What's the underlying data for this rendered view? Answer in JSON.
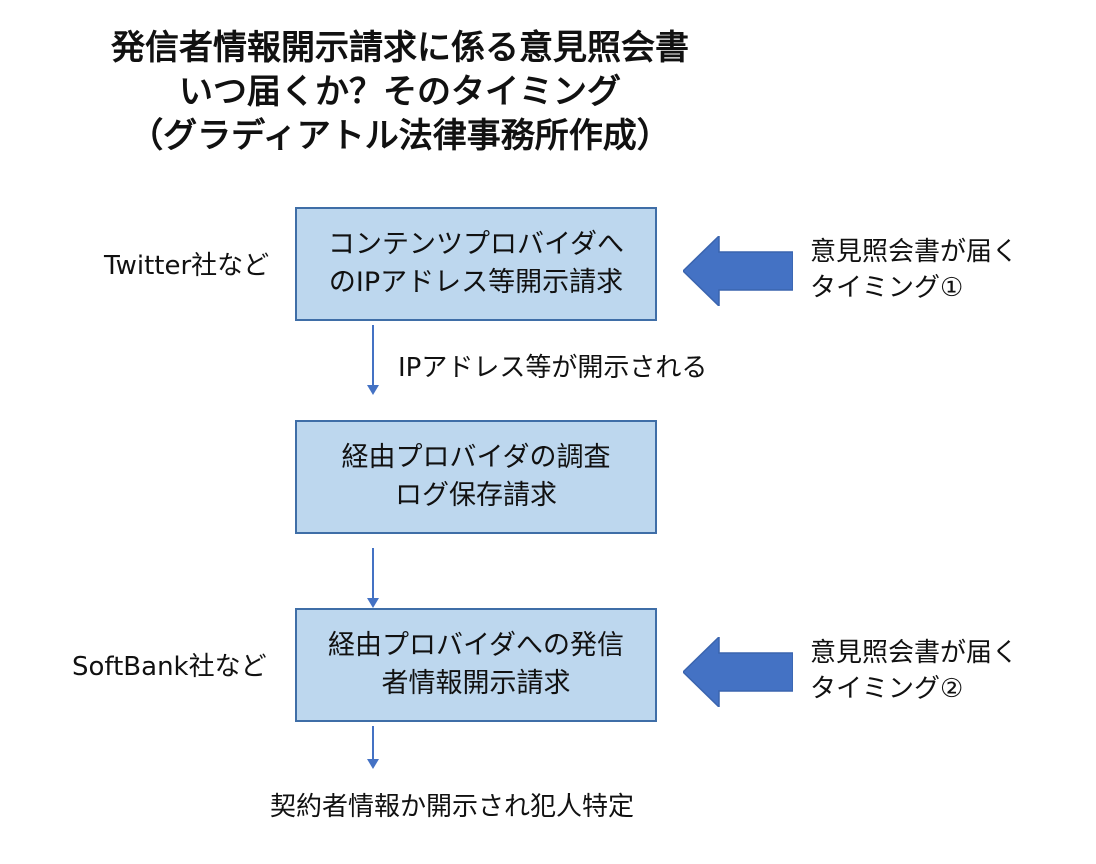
{
  "title": {
    "line1": "発信者情報開示請求に係る意見照会書",
    "line2": "いつ届くか？そのタイミング",
    "line3": "（グラディアトル法律事務所作成）"
  },
  "steps": [
    {
      "line1": "コンテンツプロバイダへ",
      "line2": "のIPアドレス等開示請求"
    },
    {
      "line1": "経由プロバイダの調査",
      "line2": "ログ保存請求"
    },
    {
      "line1": "経由プロバイダへの発信",
      "line2": "者情報開示請求"
    }
  ],
  "side_labels": {
    "twitter": "Twitter社など",
    "softbank": "SoftBank社など"
  },
  "connectors": {
    "ip_disclosed": "IPアドレス等が開示される",
    "final": "契約者情報か開示され犯人特定"
  },
  "timings": [
    {
      "line1": "意見照会書が届く",
      "line2": "タイミング①"
    },
    {
      "line1": "意見照会書が届く",
      "line2": "タイミング②"
    }
  ],
  "colors": {
    "box_fill": "#bdd7ee",
    "box_border": "#3f6ea7",
    "arrow": "#4472c4"
  }
}
